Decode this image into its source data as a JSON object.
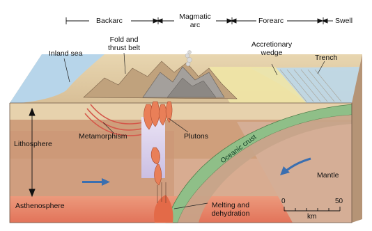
{
  "header": {
    "zones": [
      "Backarc",
      "Magmatic",
      "arc",
      "Forearc",
      "Swell"
    ]
  },
  "labels": {
    "inland_sea": "Inland sea",
    "fold_belt": [
      "Fold and",
      "thrust belt"
    ],
    "accretionary_wedge": [
      "Accretionary",
      "wedge"
    ],
    "trench": "Trench",
    "metamorphism": "Metamorphism",
    "plutons": "Plutons",
    "lithosphere": "Lithosphere",
    "oceanic_crust": "Oceanic crust",
    "mantle": "Mantle",
    "asthenosphere": "Asthenosphere",
    "melting": [
      "Melting and",
      "dehydration"
    ]
  },
  "scale": {
    "min": "0",
    "max": "50",
    "unit": "km"
  },
  "colors": {
    "sea": "#b9d6e8",
    "crust_light": "#e9d9b8",
    "crust_mid": "#d9bc93",
    "lithosphere": "#c99b74",
    "mantle": "#d4a98e",
    "asthenosphere": "#e6856a",
    "oceanic_crust": "#8dbd86",
    "wedge": "#efe7a8",
    "magma": "#e7845a",
    "plume": "#d5cbe8",
    "arrow": "#3b6fb0"
  }
}
